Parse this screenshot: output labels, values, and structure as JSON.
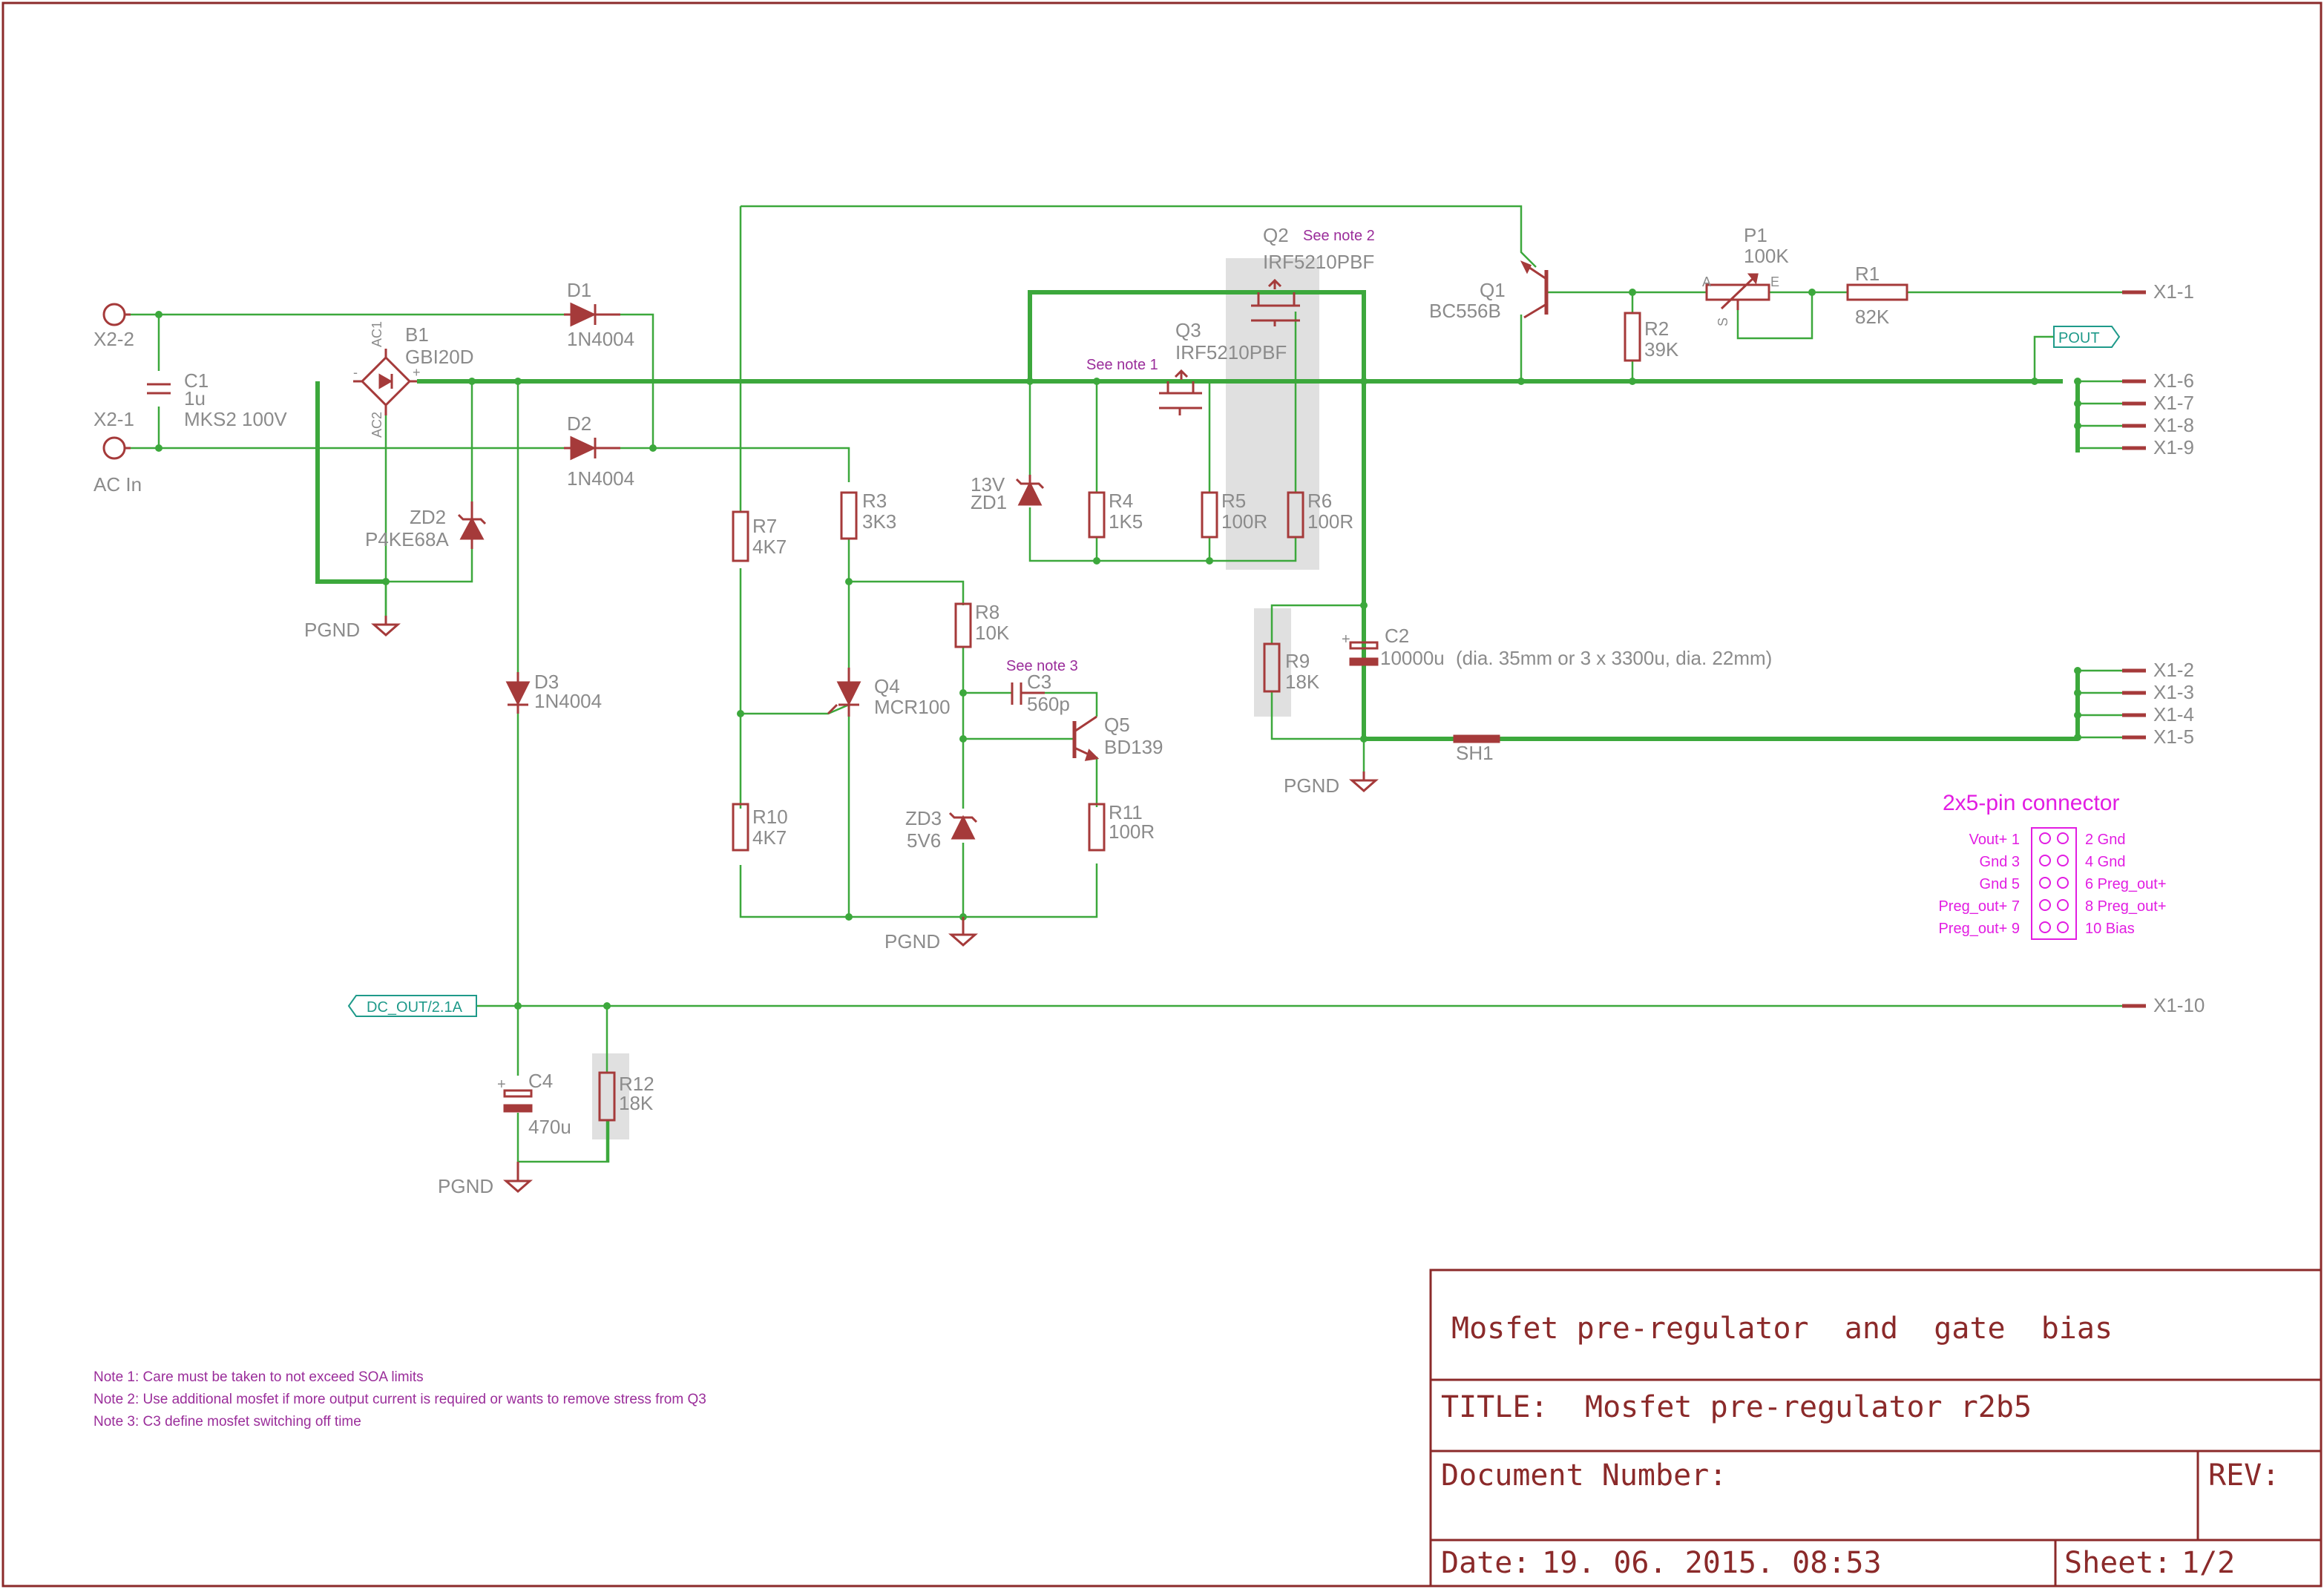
{
  "title_block": {
    "description": "Mosfet pre-regulator  and  gate  bias",
    "title_label": "TITLE:",
    "title_value": "Mosfet pre-regulator r2b5",
    "doc_label": "Document Number:",
    "rev_label": "REV:",
    "date_label": "Date:",
    "date_value": "19. 06. 2015. 08:53",
    "sheet_label": "Sheet:",
    "sheet_value": "1/2"
  },
  "components": {
    "X2_2": "X2-2",
    "X2_1": "X2-1",
    "ac_in": "AC In",
    "C1": "C1",
    "C1_val": "1u",
    "C1_type": "MKS2 100V",
    "B1": "B1",
    "B1_val": "GBI20D",
    "AC1": "AC1",
    "AC2": "AC2",
    "plus": "+",
    "minus": "-",
    "D1": "D1",
    "D1_val": "1N4004",
    "D2": "D2",
    "D2_val": "1N4004",
    "D3": "D3",
    "D3_val": "1N4004",
    "ZD2": "ZD2",
    "ZD2_val": "P4KE68A",
    "R7": "R7",
    "R7_val": "4K7",
    "R10": "R10",
    "R10_val": "4K7",
    "R3": "R3",
    "R3_val": "3K3",
    "R8": "R8",
    "R8_val": "10K",
    "Q4": "Q4",
    "Q4_val": "MCR100",
    "C3": "C3",
    "C3_val": "560p",
    "Q5": "Q5",
    "Q5_val": "BD139",
    "ZD3": "ZD3",
    "ZD3_val": "5V6",
    "R11": "R11",
    "R11_val": "100R",
    "ZD1": "ZD1",
    "ZD1_val": "13V",
    "R4": "R4",
    "R4_val": "1K5",
    "R5": "R5",
    "R5_val": "100R",
    "R6": "R6",
    "R6_val": "100R",
    "Q2": "Q2",
    "Q2_val": "IRF5210PBF",
    "Q3": "Q3",
    "Q3_val": "IRF5210PBF",
    "Q1": "Q1",
    "Q1_val": "BC556B",
    "R2": "R2",
    "R2_val": "39K",
    "P1": "P1",
    "P1_val": "100K",
    "P1_A": "A",
    "P1_E": "E",
    "P1_S": "S",
    "R1": "R1",
    "R1_val": "82K",
    "R9": "R9",
    "R9_val": "18K",
    "C2": "C2",
    "C2_val": "10000u",
    "C2_note": "(dia. 35mm or 3 x 3300u, dia. 22mm)",
    "SH1": "SH1",
    "C4": "C4",
    "C4_val": "470u",
    "R12": "R12",
    "R12_val": "18K",
    "cap_plus": "+"
  },
  "grounds": [
    "PGND",
    "PGND",
    "PGND",
    "PGND"
  ],
  "ports": {
    "pout": "POUT",
    "dc_out": "DC_OUT/2.1A"
  },
  "connector_pins": [
    "X1-1",
    "X1-6",
    "X1-7",
    "X1-8",
    "X1-9",
    "X1-2",
    "X1-3",
    "X1-4",
    "X1-5",
    "X1-10"
  ],
  "see_notes": {
    "n1": "See note 1",
    "n2": "See note 2",
    "n3": "See note 3"
  },
  "notes": [
    "Note 1: Care must be taken to not exceed SOA limits",
    "Note 2: Use additional mosfet if more output current is required or wants to remove stress from Q3",
    "Note 3: C3 define mosfet switching off time"
  ],
  "connector_legend": {
    "title": "2x5-pin connector",
    "left": [
      "Vout+ 1",
      "Gnd 3",
      "Gnd 5",
      "Preg_out+ 7",
      "Preg_out+ 9"
    ],
    "right": [
      "2 Gnd",
      "4 Gnd",
      "6 Preg_out+",
      "8 Preg_out+",
      "10 Bias"
    ]
  },
  "colors": {
    "frame": "#8b2a2a",
    "wire": "#3ca83c",
    "symbol": "#a53a3a",
    "label": "#8b8b8b",
    "note": "#9a2d9a",
    "legend": "#e21de2",
    "port": "#1f9a8a"
  }
}
